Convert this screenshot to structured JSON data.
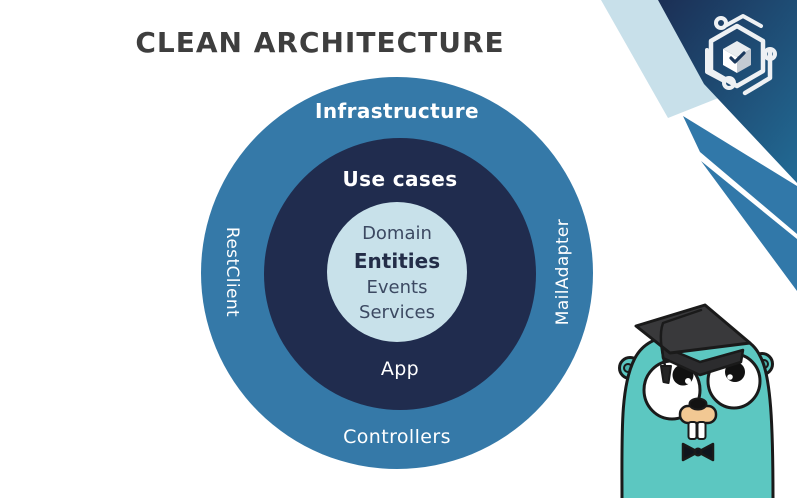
{
  "title": "CLEAN ARCHITECTURE",
  "diagram": {
    "outer_ring": {
      "label": "Infrastructure",
      "bottom_label": "Controllers",
      "left_label": "RestClient",
      "right_label": "MailAdapter",
      "color": "#3579a8"
    },
    "middle_ring": {
      "label": "Use cases",
      "bottom_label": "App",
      "color": "#202c4e"
    },
    "inner_circle": {
      "color": "#c8e1ea",
      "lines": [
        "Domain",
        "Entities",
        "Events",
        "Services"
      ]
    }
  },
  "decor": {
    "corner_gradient_start": "#1b2f55",
    "corner_gradient_end": "#226b95",
    "pale_stripe_color": "#c8e0ea",
    "blue_stripe_color": "#3178a9",
    "logo_stroke_color": "#eef1f4"
  },
  "mascot": {
    "name": "go-gopher-graduate",
    "body_color": "#5cc7c1"
  }
}
